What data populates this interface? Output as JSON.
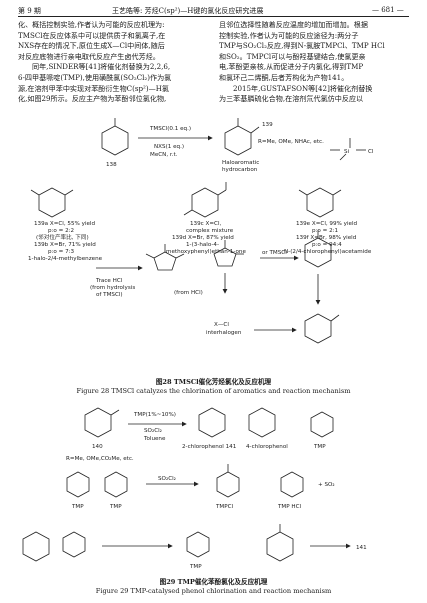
{
  "header": {
    "issue": "第 9 期",
    "title": "王艺皓等: 芳烃C(sp²)—H键的氯化反应研究进展",
    "page": "— 681 —"
  },
  "left_column": [
    "化、概括控制实验,作者认为可能的反应机理为:",
    "TMSCl在反应体系中可以提供质子和氯离子,在",
    "NXS存在的情况下,原位生成X—Cl中间体,随后",
    "对反应底物进行亲电取代反应产生卤代芳烃。",
    "同年,SINDER等[41]将催化剂替换为2,2,6,",
    "6-四甲基哌啶(TMP),使用磺酰氯(SO₂Cl₂)作为氯",
    "源,在溶剂甲苯中实现对苯酚衍生物C(sp²)—H氯",
    "化,如图29所示。反应主产物为苯酚邻位氯化物,"
  ],
  "right_column": [
    "且邻位选择性随着反应温度的增加而增加。根据",
    "控制实验,作者认为可能的反应途径为:两分子",
    "TMP与SO₂Cl₂反应,得到N-氯胺TMPCl、TMP HCl",
    "和SO₂。TMPCl可以与酚羟基键结合,使氯更亲",
    "电,苯酚更亲核,从而促进分子内氯化,得到TMP",
    "和氯环己二烯酮,后者芳构化为产物141。",
    "2015年,GUSTAFSON等[42]将催化剂替换",
    "为三苯基膦硫化合物,在溶剂氘代氯仿中反应以"
  ],
  "figure28": {
    "substrate_label": "138",
    "cond_top": "TMSCl(0.1 eq.)",
    "cond_mid": "NXS(1 eq.)",
    "cond_bot": "MeCN, r.t.",
    "product_num": "139",
    "product_name_1": "Haloaromatic",
    "product_name_2": "hydrocarbon",
    "product_r": "R=Me, OMe, NHAc, etc.",
    "tms_label": "Si",
    "tms_cl": "Cl",
    "p1_a": "139a X=Cl, 55% yield",
    "p1_b": "p:o = 2:2",
    "p1_c": "(邻对位产率比, 下同)",
    "p1_d": "139b X=Br, 71% yield",
    "p1_e": "p:o = 7:3",
    "p1_f": "1-halo-2/4-methylbenzene",
    "p2_a": "139c X=Cl,",
    "p2_b": "complex mixture",
    "p2_c": "139d X=Br, 87% yield",
    "p2_d": "1-(3-halo-4-",
    "p2_e": "methoxyphenyl)ethan-1-one",
    "p3_a": "139e X=Cl, 99% yield",
    "p3_b": "p:o = 2:1",
    "p3_c": "139f X=Br, 98% yield",
    "p3_d": "p:o = 94:4",
    "p3_e": "N-(2/4-chlorophenyl)acetamide",
    "mech_left_1": "Trace HCl",
    "mech_left_2": "(from hydrolysis",
    "mech_left_3": "of TMSCl)",
    "mech_from": "(from HCl)",
    "mech_or": "or TMSCl",
    "mech_inter_1": "X—Cl",
    "mech_inter_2": "interhalogen",
    "caption_cn": "图28  TMSCl催化芳烃氯化及反应机理",
    "caption_en": "Figure 28   TMSCl catalyzes the chlorination of aromatics and reaction mechanism"
  },
  "figure29": {
    "substrate_num": "140",
    "cond_top": "TMP(1%~10%)",
    "cond_mid": "SO₂Cl₂",
    "cond_bot": "Toluene",
    "prod1": "2-chlorophenol 141",
    "prod2": "4-chlorophenol",
    "tmp_label": "TMP",
    "r_def": "R=Me, OMe,CO₂Me, etc.",
    "so2cl2": "SO₂Cl₂",
    "tmpcl": "TMPCl",
    "tmphcl": "TMP HCl",
    "so2": "+ SO₂",
    "prod_num": "141",
    "caption_cn": "图29  TMP催化苯酚氯化及反应机理",
    "caption_en": "Figure 29   TMP-catalysed phenol chlorination and reaction mechanism"
  }
}
